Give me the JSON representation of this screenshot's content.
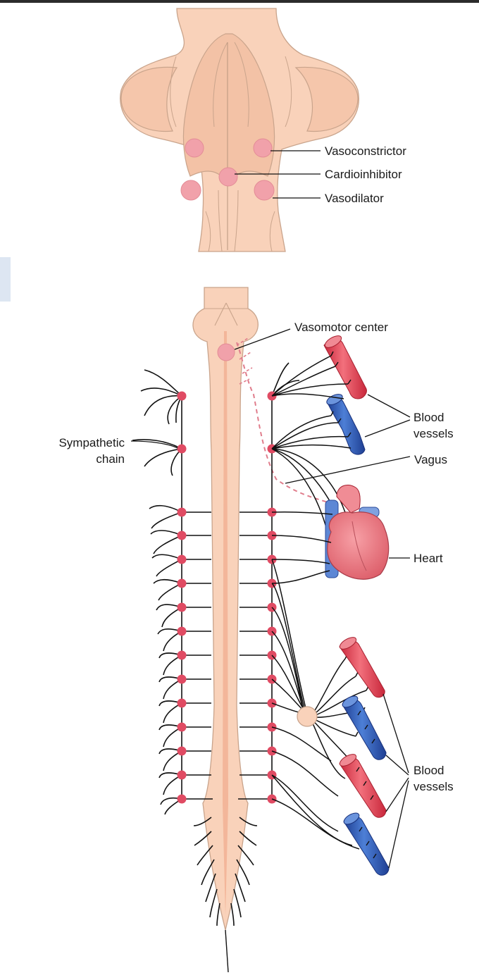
{
  "brainstem_labels": {
    "vasoconstrictor": "Vasoconstrictor",
    "cardioinhibitor": "Cardioinhibitor",
    "vasodilator": "Vasodilator"
  },
  "cord_labels": {
    "vasomotor_center": "Vasomotor center",
    "sympathetic_chain_line1": "Sympathetic",
    "sympathetic_chain_line2": "chain",
    "blood_vessels_upper_line1": "Blood",
    "blood_vessels_upper_line2": "vessels",
    "vagus": "Vagus",
    "heart": "Heart",
    "blood_vessels_lower_line1": "Blood",
    "blood_vessels_lower_line2": "vessels"
  },
  "colors": {
    "tissue": "#f9d2ba",
    "tissue_outline": "#c9a48c",
    "nucleus": "#f1a1aa",
    "ganglion": "#e04b63",
    "artery": "#e0485a",
    "vein": "#3a66bd",
    "nerve": "#111111",
    "vagus": "#e07d8c"
  }
}
